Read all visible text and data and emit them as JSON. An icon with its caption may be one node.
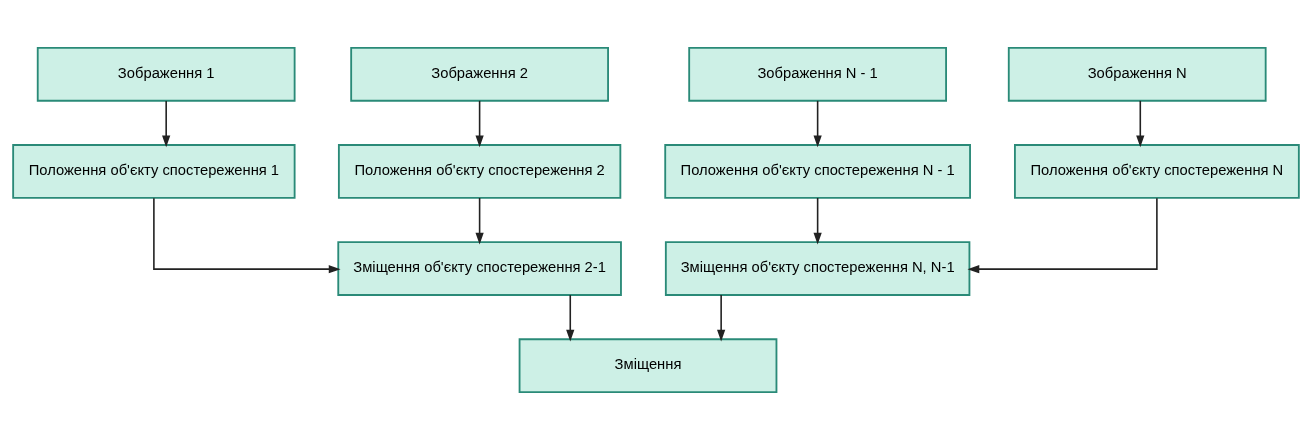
{
  "diagram": {
    "nodes": [
      {
        "text": [
          "Зображення 1"
        ]
      },
      {
        "text": [
          "Зображення 2"
        ]
      },
      {
        "text": [
          "Зображення N - 1"
        ]
      },
      {
        "text": [
          "Зображення N"
        ]
      },
      {
        "text": [
          "Положення об'єкту спостереження 1"
        ]
      },
      {
        "text": [
          "Положення об'єкту спостереження 2"
        ]
      },
      {
        "text": [
          "Положення об'єкту спостереження N - 1"
        ]
      },
      {
        "text": [
          "Положення об'єкту спостереження N"
        ]
      },
      {
        "text": [
          "Зміщення об'єкту спостереження 2-1"
        ]
      },
      {
        "text": [
          "Зміщення об'єкту спостереження N, N-1"
        ]
      },
      {
        "text": [
          "Зміщення"
        ]
      }
    ],
    "edges": [
      {
        "from": 0,
        "to": 4,
        "arrow": "to"
      },
      {
        "from": 1,
        "to": 5,
        "arrow": "to"
      },
      {
        "from": 2,
        "to": 6,
        "arrow": "to"
      },
      {
        "from": 3,
        "to": 7,
        "arrow": "to"
      },
      {
        "from": 4,
        "to": 8,
        "arrow": "to"
      },
      {
        "from": 5,
        "to": 8,
        "arrow": "to"
      },
      {
        "from": 6,
        "to": 9,
        "arrow": "to"
      },
      {
        "from": 7,
        "to": 9,
        "arrow": "to"
      },
      {
        "from": 8,
        "to": 10,
        "arrow": "to"
      },
      {
        "from": 9,
        "to": 10,
        "arrow": "to"
      }
    ]
  }
}
